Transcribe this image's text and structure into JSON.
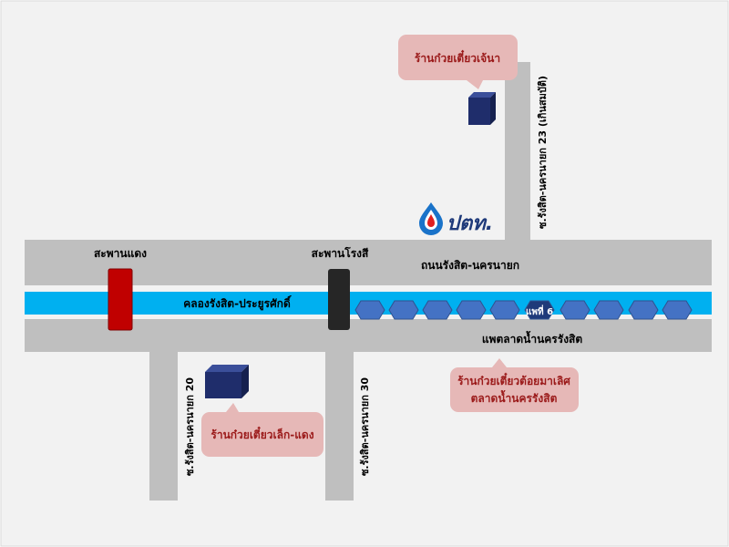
{
  "roads": {
    "main_road": "ถนนรังสิต-นครนายก",
    "market_road": "แพตลาดน้ำนครรังสิต",
    "soi_23": "ซ.รังสิต-นครนายก 23 (เกินสมบัติ)",
    "soi_20": "ซ.รังสิต-นครนายก 20",
    "soi_30": "ซ.รังสิต-นครนายก 30"
  },
  "canal": {
    "name": "คลองรังสิต-ประยูรศักดิ์",
    "raft_label": "แพที่ 6"
  },
  "bridges": {
    "red": "สะพานแดง",
    "black": "สะพานโรงสี"
  },
  "landmarks": {
    "ptt_logo": "ปตท."
  },
  "shops": {
    "jao_na": "ร้านก๋วยเตี๋ยวเจ้นา",
    "lek_daeng": "ร้านก๋วยเตี๋ยวเล็ก-แดง",
    "tom_yam_line1": "ร้านก๋วยเตี๋ยวต้อยมาเลิศ",
    "tom_yam_line2": "ตลาดน้ำนครรังสิต"
  },
  "colors": {
    "background": "#f2f2f2",
    "road": "#bfbfbf",
    "canal": "#00b0f0",
    "bridge_red": "#c00000",
    "bridge_black": "#262626",
    "raft": "#4472c4",
    "raft_highlight": "#1f3a7a",
    "building": "#1f2d6b",
    "callout": "#e6b8b7",
    "callout_text": "#9b1a1a"
  }
}
